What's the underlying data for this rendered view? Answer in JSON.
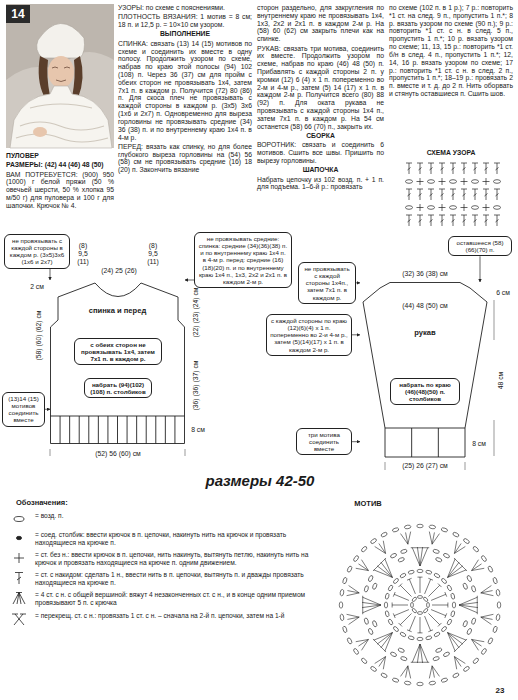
{
  "diagram": {
    "title": "размеры 42-50",
    "nodes": [
      {
        "text": [
          "14"
        ]
      },
      {
        "text": [
          "не провязывать с каждой стороны в каждом р. (3х5)3х6 (1х6 и 2х7)"
        ]
      },
      {
        "text": [
          "не провязывать средние: спинка: средние (34)(36)(38) п. и по внутреннему краю 1х4 п. в 4-м р. перед: средние (16)(18)(20) п. и по внутреннему краю 1х4 п., 1х3, 2х2 и 2х1 п. в каждом 2-м р."
        ]
      },
      {
        "text": [
          "спинка и перед"
        ]
      },
      {
        "text": [
          "с обеих сторон не провязывать 1х4, затем 7х1 п. в каждом р."
        ],
        "in": 3
      },
      {
        "text": [
          "набрать (94)(102)(108) п. столбиков"
        ],
        "in": 3
      },
      {
        "text": [
          "(13)14 (15) мотивов соединить вместе"
        ]
      },
      {
        "text": [
          "не провязывать с каждой стороны 1х4п., затем 7х1 п. в каждом р."
        ]
      },
      {
        "text": [
          "оставшееся (58)(66)(70) п."
        ]
      },
      {
        "text": [
          "рукав"
        ]
      },
      {
        "text": [
          "с каждой стороны по краю (12)(6)(4) х 1 п. попеременно во 2-и 4-м р., затем (5)(14)(17) х 1 п. в каждом 2-м р."
        ]
      },
      {
        "text": [
          "набрать по краю (46)(48)(50) п. столбиков"
        ],
        "in": 9
      },
      {
        "text": [
          "три мотива соединить вместе"
        ]
      }
    ],
    "edges": [
      {
        "from": 1,
        "to": 3,
        "arrow": "to"
      },
      {
        "from": 2,
        "to": 3,
        "arrow": "to"
      },
      {
        "from": 6,
        "to": 3,
        "arrow": "to"
      },
      {
        "from": 7,
        "to": 9,
        "arrow": "to"
      },
      {
        "from": 8,
        "to": 9,
        "arrow": "to"
      },
      {
        "from": 10,
        "to": 9,
        "arrow": "to"
      },
      {
        "from": 12,
        "to": 9,
        "arrow": "to"
      }
    ],
    "labels": [
      "ПУЛОВЕР",
      "РАЗМЕРЫ: (42) 44 (46) 48 (50)",
      "ВАМ ПОТРЕБУЕТСЯ: (900) 950 (1000) г белой пряжи (50 % овечьей шерсти, 50 % хлопка 95 м/50 г) для пуловера и 100 г для шапочки. Крючок № 4.",
      "УЗОРЫ: по схеме с пояснениями.",
      "ПЛОТНОСТЬ ВЯЗАНИЯ: 1 мотив = 8 см; 18 п. и 12,5 р. = 10×10 см узором.",
      "ВЫПОЛНЕНИЕ",
      "СПИНКА: связать (13) 14 (15) мотивов по схеме и соединить их вместе в одну полосу. Продолжить узором по схеме, набрав по краю этой полосы (94) 102 (108) п. Через 36 (37) см для пройм с обеих сторон не провязывать 1х4, затем 7х1 п. в каждом р. Получится (72) 80 (86) п. Для скоса плеч не провязывать с каждой стороны в каждом р. (3х5) 3х6 (1х6 и 2х7) п. Одновременно для выреза горловины не провязывать средние (34) 36 (38) п. и по внутреннему краю 1х4 п. в 4-м р.",
      "ПЕРЕД: вязать как спинку, но для более глубокого выреза горловины на (54) 56 (58) см не провязывать средние (16) 18 (20) п. Закончить вязание",
      "сторон раздельно, для закругления по внутреннему краю не провязывать 1х4, 1х3, 2х2 и 2х1 п. в каждом 2-м р. На (58) 60 (62) см закрыть плечи как на спинке.",
      "РУКАВ: связать три мотива, соединить их вместе. Продолжить узором по схеме, набрав по краю (46) 48 (50) п. Прибавлять с каждой стороны 2 п. у кромки (12) 6 (4) х 1 п. попеременно во 2-м и 4-м р., затем (5) 14 (17) х 1 п. в каждом 2-м р. Получится всего (80) 88 (92) п. Для оката рукава не провязывать с каждой стороны 1х4 п., затем 7х1 п. в каждом р. На 54 см останется (58) 66 (70) п., закрыть их.",
      "СБОРКА",
      "ВОРОТНИК: связать и соединить 6 мотивов. Сшить все швы. Пришить по вырезу горловины.",
      "ШАПОЧКА",
      "Набрать цепочку из 102 возд. п. + 1 п. для подъема. 1–6-й р.: провязать",
      "по схеме (102 п. в 1 р.); 7 р.: повторить *1 ст. на след. 9 п., пропустить 1 п.*; 8 р. вязать узором по схеме (90 п.); 9 р.: повторить *1 ст. с н. в след. 5 п., пропустить 1 п.*; 10 р. вязать узором по схеме; 11, 13, 15 р.: повторить *1 ст. б/н в след. 4 п., пропустить 1 п.*; 12, 14, 16 р. вязать узором по схеме; 17 р.: повторить *1 ст. с н. в след. 2 п., пропустить 1 п.*; 18–19 р.: провязать 2 п. вместе и т. д. до 2 п. Нить оборвать и стянуть оставшиеся п. Сшить шов.",
      "СХЕМА УЗОРА",
      "(8) 9,5 (11)",
      "(24) 25 (26)",
      "(8) 9,5 (11)",
      "2 см",
      "(58) (60) (62) см",
      "(22) (23) (24) см",
      "(36) (36) (37) см",
      "8 см",
      "(52) 56 (60) см",
      "(32) 36 (38) см",
      "(44) 48 (50) см",
      "6 см",
      "48 см",
      "8 см",
      "(25) 26 (27) см",
      "Обозначения:",
      "МОТИВ",
      "23"
    ],
    "legend": [
      {
        "text": "= возд. п."
      },
      {
        "text": "= соед. столбик: ввести крючок в п. цепочки, накинуть нить на крючок и провязать находящиеся на крючке п."
      },
      {
        "text": "= ст. без н.: ввести крючок в п. цепочки, нить накинуть, вытянуть петлю, накинуть нить на крючок и провязать находящиеся на крючке п. одним движением."
      },
      {
        "text": "= ст. с накидом: сделать 1 н., ввести нить в п. цепочки, вытянуть п. и дважды провязать находящиеся на крючке п."
      },
      {
        "text": "= 4 ст. с н. с общей вершиной: вяжут 4 незаконченных ст. с н., и в конце одним приемом провязывают 5 п. с крючка"
      },
      {
        "text": "= перекрещ. ст. с н.: провязать 1 ст. с н. – сначала на 2-й п. цепочки, затем на 1-й"
      }
    ]
  }
}
